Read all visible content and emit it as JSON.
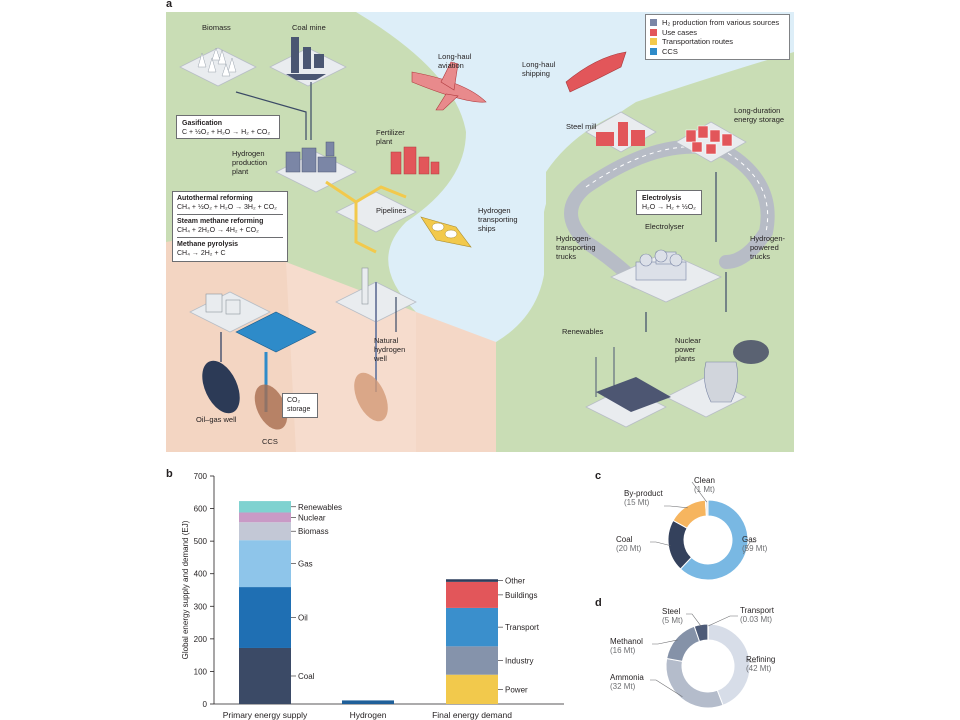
{
  "panel_a": {
    "label": "a",
    "legend": [
      {
        "text": "H₂ production from various sources",
        "color": "#7b86a6"
      },
      {
        "text": "Use cases",
        "color": "#e2565a"
      },
      {
        "text": "Transportation routes",
        "color": "#f2c94c"
      },
      {
        "text": "CCS",
        "color": "#2e8bc9"
      }
    ],
    "labels": {
      "biomass": "Biomass",
      "coal_mine": "Coal mine",
      "h2_plant": "Hydrogen\nproduction\nplant",
      "fertilizer": "Fertilizer\nplant",
      "pipelines": "Pipelines",
      "h2_ships": "Hydrogen\ntransporting\nships",
      "aviation": "Long-haul\naviation",
      "shipping": "Long-haul\nshipping",
      "steel_mill": "Steel mill",
      "storage": "Long-duration\nenergy storage",
      "electrolyser": "Electrolyser",
      "h2_trucks_left": "Hydrogen-\ntransporting\ntrucks",
      "h2_trucks_right": "Hydrogen-\npowered\ntrucks",
      "renewables": "Renewables",
      "nuclear": "Nuclear\npower\nplants",
      "natural_well": "Natural\nhydrogen\nwell",
      "oil_gas_well": "Oil–gas well",
      "ccs": "CCS",
      "co2_storage": "CO₂\nstorage"
    },
    "boxes": {
      "gasification_title": "Gasification",
      "gasification_eq": "C + ½O₂ + H₂O → H₂ + CO₂",
      "autothermal_title": "Autothermal reforming",
      "autothermal_eq": "CH₄ + ½O₂ + H₂O → 3H₂ + CO₂",
      "smr_title": "Steam methane reforming",
      "smr_eq": "CH₄ + 2H₂O → 4H₂ + CO₂",
      "pyrolysis_title": "Methane pyrolysis",
      "pyrolysis_eq": "CH₄ → 2H₂ + C",
      "electrolysis_title": "Electrolysis",
      "electrolysis_eq": "H₂O → H₂ + ½O₂"
    }
  },
  "chart_data": [
    {
      "panel": "b",
      "type": "bar",
      "stacked": true,
      "ylabel": "Global energy supply and demand (EJ)",
      "ylim": [
        0,
        700
      ],
      "yticks": [
        0,
        100,
        200,
        300,
        400,
        500,
        600,
        700
      ],
      "categories": [
        "Primary energy supply",
        "Hydrogen",
        "Final energy demand"
      ],
      "stacks": [
        {
          "category": "Primary energy supply",
          "segments": [
            {
              "name": "Coal",
              "value": 172,
              "color": "#3b4a66"
            },
            {
              "name": "Oil",
              "value": 187,
              "color": "#1f6fb3"
            },
            {
              "name": "Gas",
              "value": 144,
              "color": "#8ec5ea"
            },
            {
              "name": "Biomass",
              "value": 55,
              "color": "#c3c8d6"
            },
            {
              "name": "Nuclear",
              "value": 30,
              "color": "#c99ac6"
            },
            {
              "name": "Renewables",
              "value": 35,
              "color": "#7fd2d0"
            }
          ]
        },
        {
          "category": "Hydrogen",
          "segments": [
            {
              "name": "Hydrogen",
              "value": 11,
              "color": "#1f5f99"
            }
          ]
        },
        {
          "category": "Final energy demand",
          "segments": [
            {
              "name": "Power",
              "value": 90,
              "color": "#f2c94c"
            },
            {
              "name": "Industry",
              "value": 87,
              "color": "#8593ab"
            },
            {
              "name": "Transport",
              "value": 118,
              "color": "#3a8fcc"
            },
            {
              "name": "Buildings",
              "value": 80,
              "color": "#e2565a"
            },
            {
              "name": "Other",
              "value": 8,
              "color": "#2c3e5c"
            }
          ]
        }
      ]
    },
    {
      "panel": "c",
      "type": "pie",
      "donut": true,
      "slices": [
        {
          "name": "Gas",
          "value_label": "(59 Mt)",
          "value": 59,
          "color": "#79b8e3"
        },
        {
          "name": "Coal",
          "value_label": "(20 Mt)",
          "value": 20,
          "color": "#34415c"
        },
        {
          "name": "By-product",
          "value_label": "(15 Mt)",
          "value": 15,
          "color": "#f6b55f"
        },
        {
          "name": "Clean",
          "value_label": "(1 Mt)",
          "value": 1,
          "color": "#e8e8e8"
        }
      ]
    },
    {
      "panel": "d",
      "type": "pie",
      "donut": true,
      "slices": [
        {
          "name": "Refining",
          "value_label": "(42 Mt)",
          "value": 42,
          "color": "#d7dde8"
        },
        {
          "name": "Ammonia",
          "value_label": "(32 Mt)",
          "value": 32,
          "color": "#b4bccb"
        },
        {
          "name": "Methanol",
          "value_label": "(16 Mt)",
          "value": 16,
          "color": "#8592a8"
        },
        {
          "name": "Steel",
          "value_label": "(5 Mt)",
          "value": 5,
          "color": "#4d5b78"
        },
        {
          "name": "Transport",
          "value_label": "(0.03 Mt)",
          "value": 0.03,
          "color": "#2e6db3"
        }
      ]
    }
  ]
}
